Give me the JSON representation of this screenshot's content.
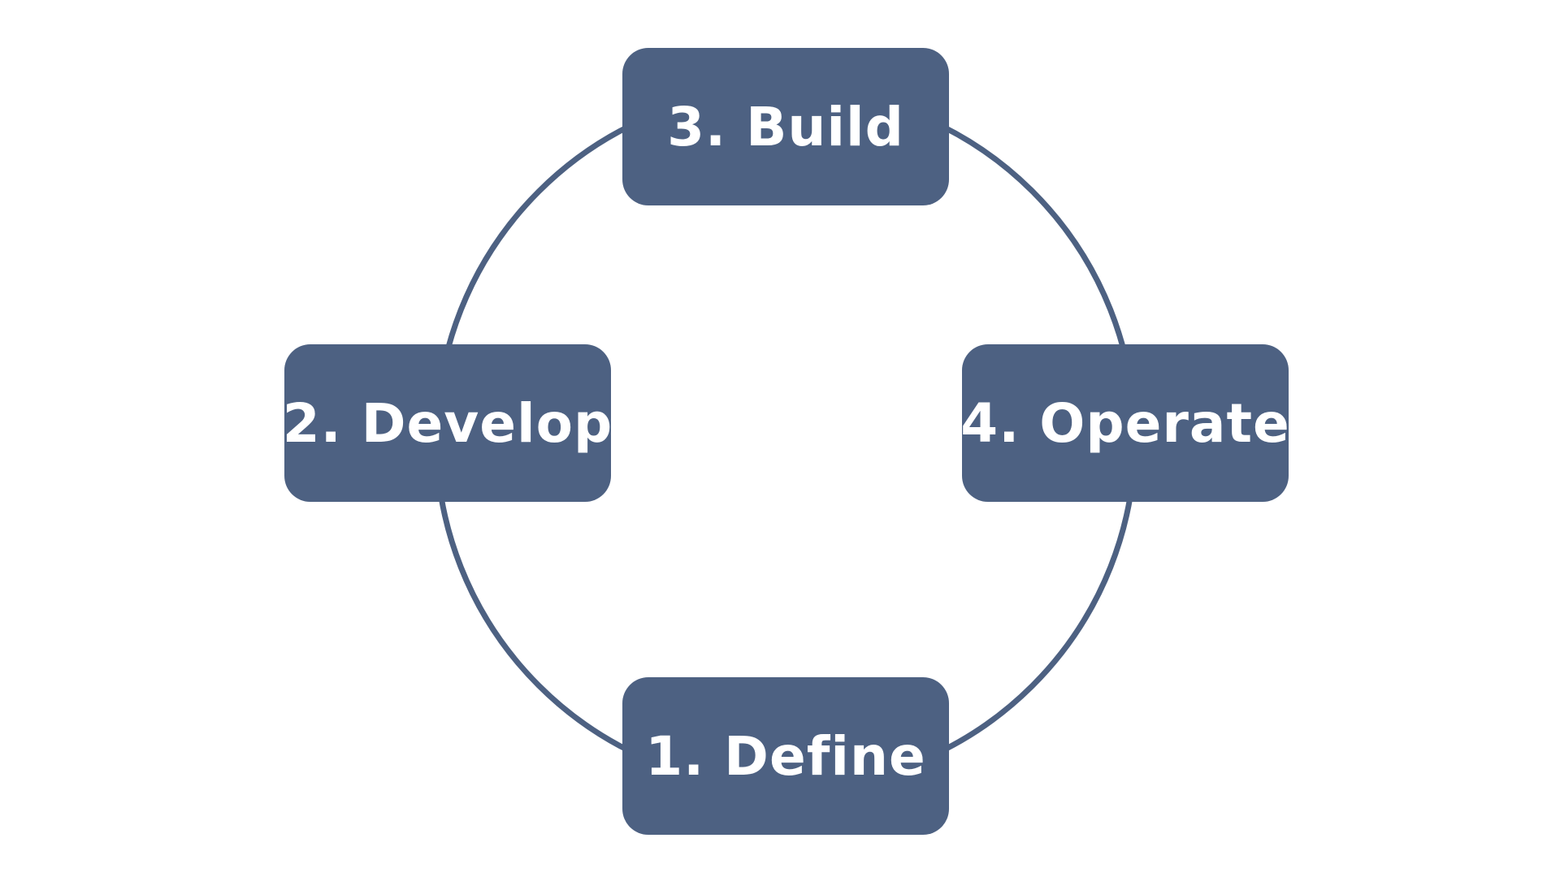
{
  "diagram": {
    "type": "cycle",
    "colors": {
      "box_fill": "#4d6182",
      "ring_stroke": "#4d6182",
      "label_text": "#ffffff",
      "background": "#ffffff"
    },
    "stages": [
      {
        "id": "define",
        "label": "1. Define"
      },
      {
        "id": "develop",
        "label": "2. Develop"
      },
      {
        "id": "build",
        "label": "3. Build"
      },
      {
        "id": "operate",
        "label": "4. Operate"
      }
    ]
  }
}
